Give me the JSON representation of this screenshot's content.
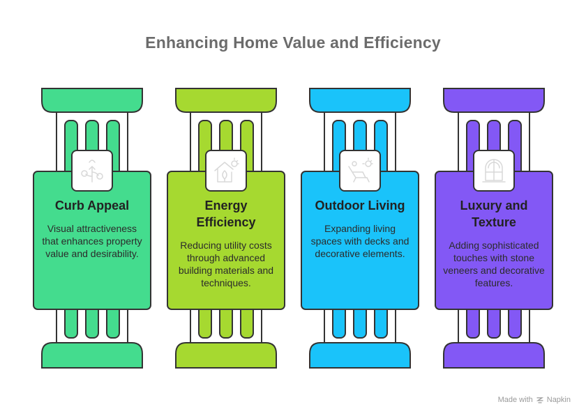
{
  "title": "Enhancing Home Value and Efficiency",
  "pillars": [
    {
      "heading": "Curb Appeal",
      "description": "Visual attractiveness that enhances property value and desirability.",
      "color": "#44DC8E",
      "icon": "plant-growth-icon"
    },
    {
      "heading": "Energy Efficiency",
      "description": "Reducing utility costs through advanced building materials and techniques.",
      "color": "#A6D930",
      "icon": "eco-house-sun-icon"
    },
    {
      "heading": "Outdoor Living",
      "description": "Expanding living spaces with decks and decorative elements.",
      "color": "#1AC3FA",
      "icon": "lounge-chair-sun-icon"
    },
    {
      "heading": "Luxury and Texture",
      "description": "Adding sophisticated touches with stone veneers and decorative features.",
      "color": "#8358F5",
      "icon": "arched-window-icon"
    }
  ],
  "footer": {
    "text": "Made with",
    "brand": "Napkin",
    "icon": "napkin-logo-icon"
  }
}
